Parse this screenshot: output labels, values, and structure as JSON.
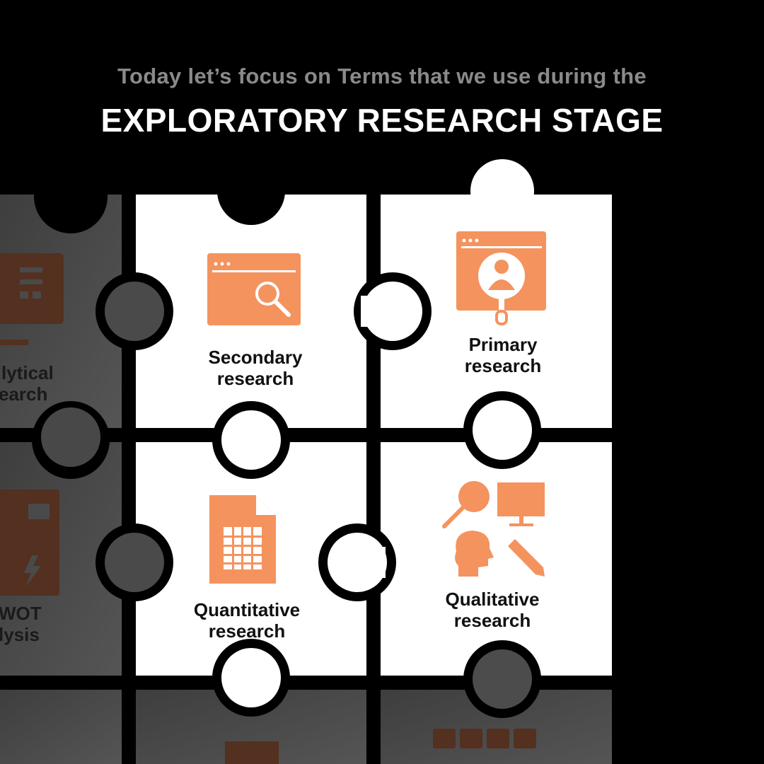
{
  "header": {
    "subtitle": "Today let’s focus on Terms that we use during the",
    "title": "EXPLORATORY RESEARCH STAGE"
  },
  "pieces": [
    {
      "label_line1": "Secondary",
      "label_line2": "research",
      "icon": "browser-search-icon"
    },
    {
      "label_line1": "Primary",
      "label_line2": "research",
      "icon": "browser-user-search-icon"
    },
    {
      "label_line1": "Quantitative",
      "label_line2": "research",
      "icon": "spreadsheet-document-icon"
    },
    {
      "label_line1": "Qualitative",
      "label_line2": "research",
      "icon": "qualitative-tools-icon"
    }
  ],
  "dimmed_pieces": [
    {
      "label_line1": "lytical",
      "label_line2": "earch",
      "icon": "monitor-dashboard-icon"
    },
    {
      "label_line1": "WOT",
      "label_line2": "lysis",
      "icon": "swot-icon"
    }
  ],
  "colors": {
    "accent": "#F4935E",
    "dim_accent": "#53301f",
    "dim_piece": "#4a4a4a",
    "background": "#000000"
  }
}
